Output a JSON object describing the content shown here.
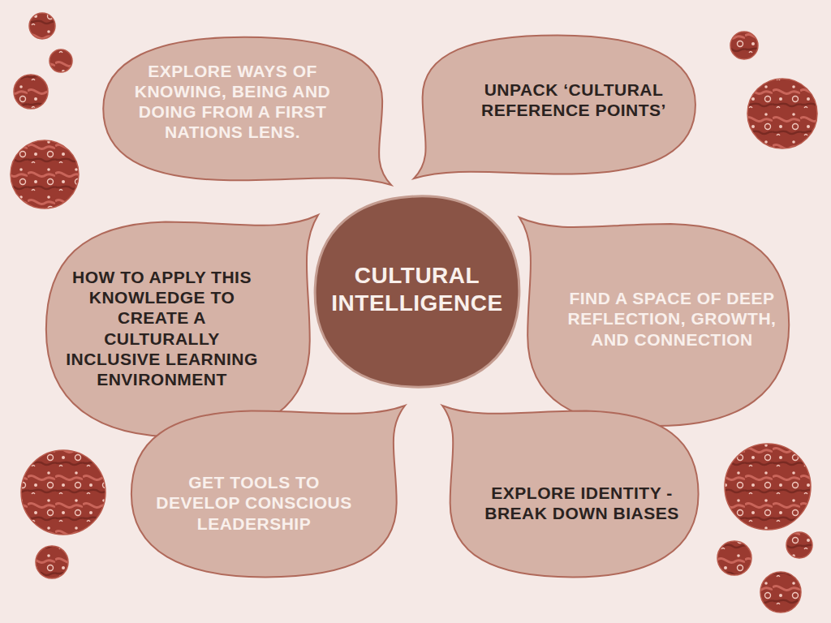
{
  "diagram": {
    "nodes": [
      {
        "text": [
          "EXPLORE WAYS OF KNOWING, BEING AND DOING FROM A FIRST NATIONS LENS."
        ]
      },
      {
        "text": [
          "UNPACK ‘CULTURAL REFERENCE POINTS’"
        ]
      },
      {
        "text": [
          "CULTURAL INTELLIGENCE"
        ]
      },
      {
        "text": [
          "HOW TO APPLY THIS KNOWLEDGE TO CREATE A CULTURALLY INCLUSIVE LEARNING ENVIRONMENT"
        ]
      },
      {
        "text": [
          "FIND A SPACE OF DEEP REFLECTION, GROWTH, AND CONNECTION"
        ]
      },
      {
        "text": [
          "GET TOOLS TO DEVELOP CONSCIOUS LEADERSHIP"
        ]
      },
      {
        "text": [
          "EXPLORE IDENTITY - BREAK DOWN BIASES"
        ]
      }
    ]
  }
}
